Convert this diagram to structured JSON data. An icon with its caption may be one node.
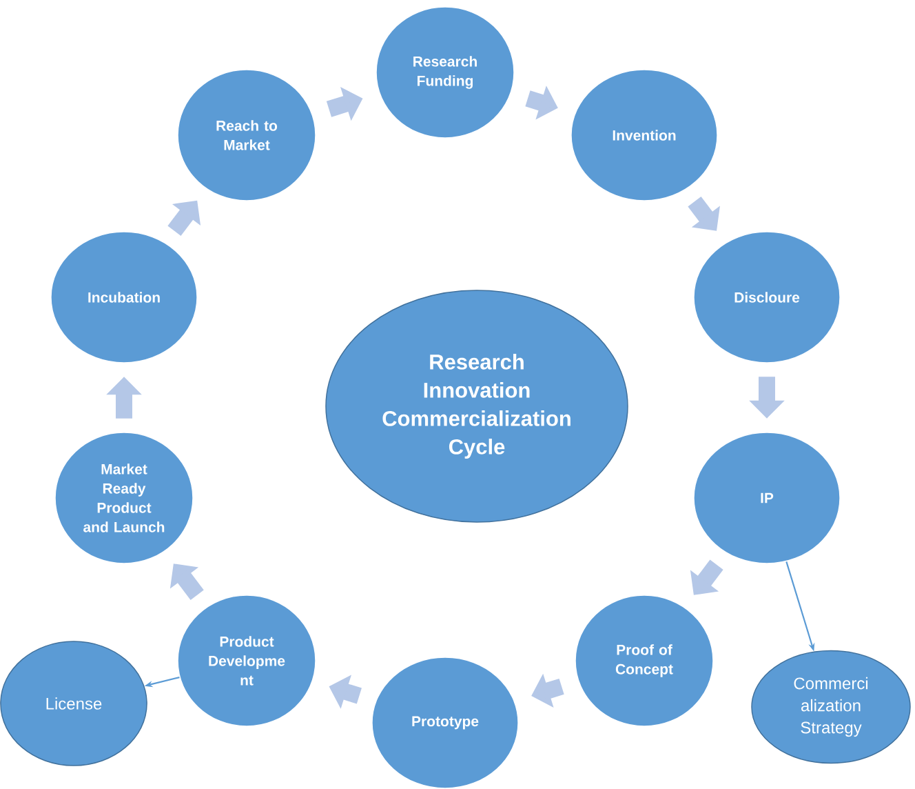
{
  "diagram": {
    "nodes": [
      {
        "text": [
          "Research Innovation Commercialization Cycle"
        ]
      },
      {
        "text": [
          "Research Funding"
        ]
      },
      {
        "text": [
          "Invention"
        ]
      },
      {
        "text": [
          "Discloure"
        ]
      },
      {
        "text": [
          "IP"
        ]
      },
      {
        "text": [
          "Proof of Concept"
        ]
      },
      {
        "text": [
          "Prototype"
        ]
      },
      {
        "text": [
          "Product Developme nt"
        ]
      },
      {
        "text": [
          "Market Ready Product and Launch"
        ]
      },
      {
        "text": [
          "Incubation"
        ]
      },
      {
        "text": [
          "Reach to Market"
        ]
      },
      {
        "text": [
          "Commerci alization Strategy"
        ]
      },
      {
        "text": [
          "License"
        ]
      }
    ],
    "edges": [
      {
        "from": 10,
        "to": 1,
        "arrow": "to"
      },
      {
        "from": 1,
        "to": 2,
        "arrow": "to"
      },
      {
        "from": 2,
        "to": 3,
        "arrow": "to"
      },
      {
        "from": 3,
        "to": 4,
        "arrow": "to"
      },
      {
        "from": 4,
        "to": 5,
        "arrow": "to"
      },
      {
        "from": 5,
        "to": 6,
        "arrow": "to"
      },
      {
        "from": 6,
        "to": 7,
        "arrow": "to"
      },
      {
        "from": 7,
        "to": 8,
        "arrow": "to"
      },
      {
        "from": 8,
        "to": 9,
        "arrow": "to"
      },
      {
        "from": 9,
        "to": 10,
        "arrow": "to"
      },
      {
        "from": 4,
        "to": 11,
        "arrow": "to",
        "color": "#5b9bd5"
      },
      {
        "from": 7,
        "to": 12,
        "arrow": "to",
        "color": "#5b9bd5"
      }
    ]
  }
}
